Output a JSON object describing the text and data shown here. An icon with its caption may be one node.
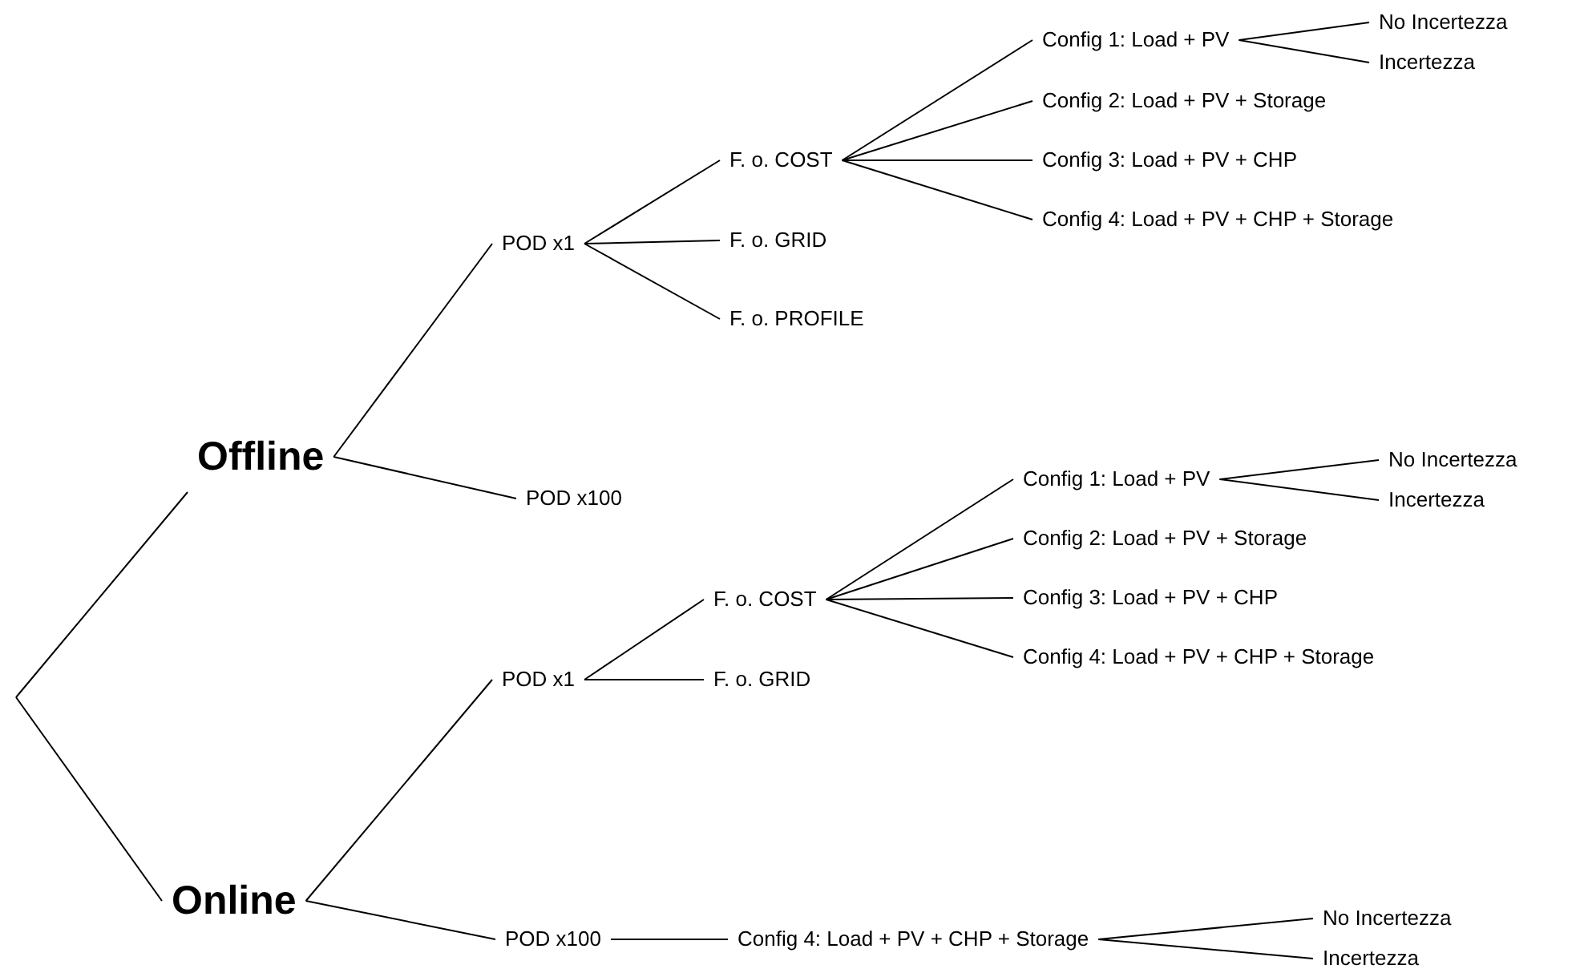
{
  "diagram": {
    "nodes": [
      {
        "text": [
          "Offline"
        ]
      },
      {
        "text": [
          "POD x1"
        ]
      },
      {
        "text": [
          "POD x100"
        ]
      },
      {
        "text": [
          "F. o. COST"
        ]
      },
      {
        "text": [
          "F. o. GRID"
        ]
      },
      {
        "text": [
          "F. o. PROFILE"
        ]
      },
      {
        "text": [
          "Config 1: Load + PV"
        ]
      },
      {
        "text": [
          "Config 2: Load + PV + Storage"
        ]
      },
      {
        "text": [
          "Config 3: Load + PV + CHP"
        ]
      },
      {
        "text": [
          "Config 4: Load + PV + CHP + Storage"
        ]
      },
      {
        "text": [
          "No Incertezza"
        ]
      },
      {
        "text": [
          "Incertezza"
        ]
      },
      {
        "text": [
          "Online"
        ]
      },
      {
        "text": [
          "POD x1"
        ]
      },
      {
        "text": [
          "POD x100"
        ]
      },
      {
        "text": [
          "F. o. COST"
        ]
      },
      {
        "text": [
          "F. o. GRID"
        ]
      },
      {
        "text": [
          "Config 1: Load + PV"
        ]
      },
      {
        "text": [
          "Config 2: Load + PV + Storage"
        ]
      },
      {
        "text": [
          "Config 3: Load + PV + CHP"
        ]
      },
      {
        "text": [
          "Config 4: Load + PV + CHP + Storage"
        ]
      },
      {
        "text": [
          "No Incertezza"
        ]
      },
      {
        "text": [
          "Incertezza"
        ]
      },
      {
        "text": [
          "Config 4: Load + PV + CHP + Storage"
        ]
      },
      {
        "text": [
          "No Incertezza"
        ]
      },
      {
        "text": [
          "Incertezza"
        ]
      }
    ],
    "edges": [
      {
        "from": null,
        "to": 0,
        "arrow": "none"
      },
      {
        "from": null,
        "to": 12,
        "arrow": "none"
      },
      {
        "from": 0,
        "to": 1,
        "arrow": "none"
      },
      {
        "from": 0,
        "to": 2,
        "arrow": "none"
      },
      {
        "from": 1,
        "to": 3,
        "arrow": "none"
      },
      {
        "from": 1,
        "to": 4,
        "arrow": "none"
      },
      {
        "from": 1,
        "to": 5,
        "arrow": "none"
      },
      {
        "from": 3,
        "to": 6,
        "arrow": "none"
      },
      {
        "from": 3,
        "to": 7,
        "arrow": "none"
      },
      {
        "from": 3,
        "to": 8,
        "arrow": "none"
      },
      {
        "from": 3,
        "to": 9,
        "arrow": "none"
      },
      {
        "from": 6,
        "to": 10,
        "arrow": "none"
      },
      {
        "from": 6,
        "to": 11,
        "arrow": "none"
      },
      {
        "from": 12,
        "to": 13,
        "arrow": "none"
      },
      {
        "from": 12,
        "to": 14,
        "arrow": "none"
      },
      {
        "from": 13,
        "to": 15,
        "arrow": "none"
      },
      {
        "from": 13,
        "to": 16,
        "arrow": "none"
      },
      {
        "from": 15,
        "to": 17,
        "arrow": "none"
      },
      {
        "from": 15,
        "to": 18,
        "arrow": "none"
      },
      {
        "from": 15,
        "to": 19,
        "arrow": "none"
      },
      {
        "from": 15,
        "to": 20,
        "arrow": "none"
      },
      {
        "from": 17,
        "to": 21,
        "arrow": "none"
      },
      {
        "from": 17,
        "to": 22,
        "arrow": "none"
      },
      {
        "from": 14,
        "to": 23,
        "arrow": "none"
      },
      {
        "from": 23,
        "to": 24,
        "arrow": "none"
      },
      {
        "from": 23,
        "to": 25,
        "arrow": "none"
      }
    ]
  }
}
